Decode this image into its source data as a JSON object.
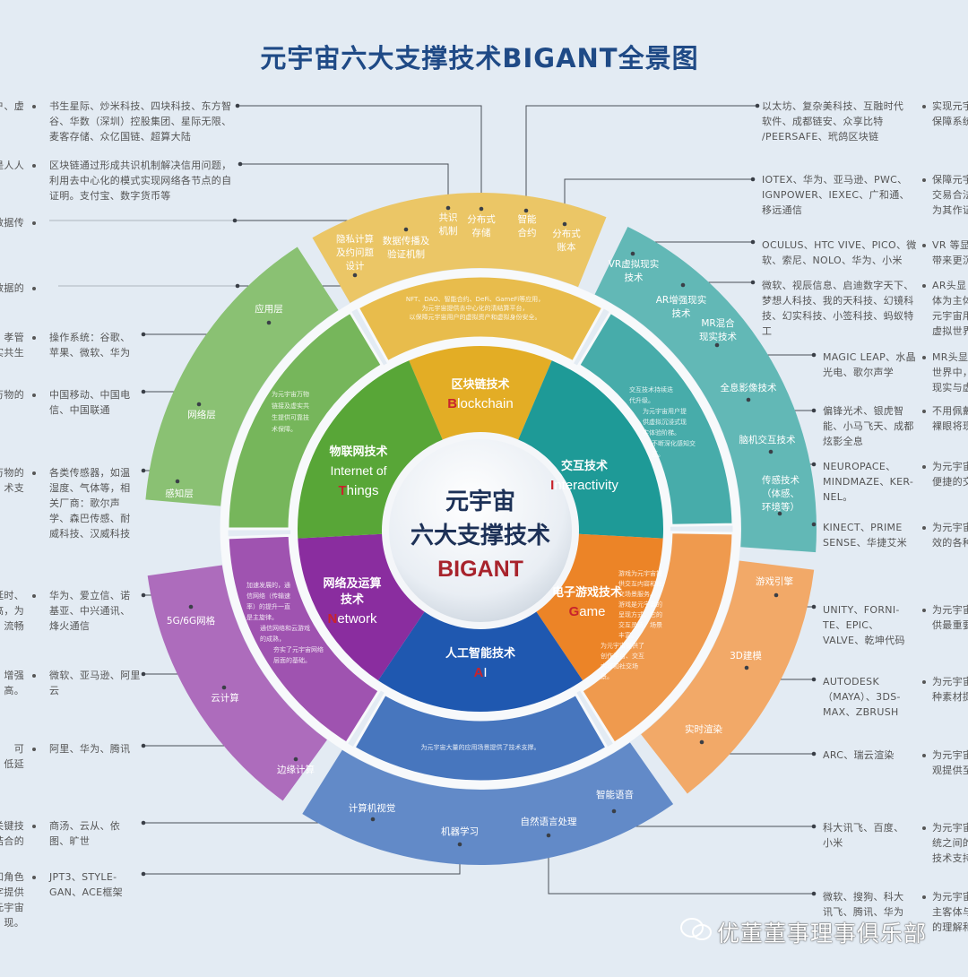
{
  "title": "元宇宙六大支撑技术BIGANT全景图",
  "center": {
    "line1": "元宇宙",
    "line2": "六大支撑技术",
    "line3": "BIGANT"
  },
  "techs": [
    {
      "key": "blockchain",
      "cn": "区块链技术",
      "cn2": "",
      "initial": "B",
      "rest": "lockchain",
      "color": "#e3ad25"
    },
    {
      "key": "interactivity",
      "cn": "交互技术",
      "cn2": "",
      "initial": "I",
      "rest": "nteractivity",
      "color": "#1e9a97"
    },
    {
      "key": "game",
      "cn": "电子游戏技术",
      "cn2": "",
      "initial": "G",
      "rest": "ame",
      "color": "#ec8427"
    },
    {
      "key": "ai",
      "cn": "人工智能技术",
      "cn2": "",
      "initial": "A",
      "rest": "I",
      "color": "#1f58b0"
    },
    {
      "key": "network",
      "cn": "网络及运算",
      "cn2": "技术",
      "initial": "N",
      "rest": "etwork",
      "color": "#8a2d9f"
    },
    {
      "key": "iot",
      "cn": "物联网技术",
      "cn2": "",
      "initial": "T",
      "rest": "hings",
      "pre": "Internet of",
      "color": "#58a637"
    }
  ],
  "accent_red": "#c8232c",
  "middle_notes": {
    "blockchain": [
      "NFT、DAO、智能合约、DeFi、GameFi等应用，",
      "为元宇宙提供去中心化的清结算平台，",
      "以保障元宇宙用户的虚拟资产和虚拟身份安全。"
    ],
    "iot": [
      "为元宇宙万物",
      "链接及虚实共",
      "生提供可靠技",
      "术保障。"
    ],
    "interactivity": [
      "交互技术持续迭",
      "代升级。",
      "为元宇宙用户提",
      "供虚拟沉浸式现",
      "实体验阶梯。",
      "不断深化感知交",
      "互。"
    ],
    "network": [
      "加速发展的，通",
      "信网络（传输速",
      "率）的提升一直",
      "是主旋律。",
      "通信网络和云游戏",
      "的成熟，",
      "夯实了元宇宙网络",
      "层面的基础。"
    ],
    "game": [
      "游戏为元宇宙提",
      "供交互内容和社",
      "交场景服务。",
      "游戏是元宇宙的",
      "呈现方式，它的",
      "交互灵活，场景",
      "丰富。",
      "为元宇宙提供了",
      "创作平台、交互",
      "内容和社交场",
      "景。"
    ],
    "ai": [
      "为元宇宙大量的应用场景提供了技术支撑。"
    ]
  },
  "outer_labels": {
    "blockchain": [
      [
        "隐私计算",
        "及约问题",
        "设计"
      ],
      [
        "数据传播及",
        "验证机制"
      ],
      [
        "共识",
        "机制"
      ],
      [
        "分布式",
        "存储"
      ],
      [
        "智能",
        "合约"
      ],
      [
        "分布式",
        "账本"
      ]
    ],
    "interactivity": [
      [
        "VR虚拟现实",
        "技术"
      ],
      [
        "AR增强现实",
        "技术"
      ],
      [
        "MR混合",
        "现实技术"
      ],
      [
        "全息影像技术"
      ],
      [
        "脑机交互技术"
      ],
      [
        "传感技术",
        "（体感、",
        "环境等）"
      ]
    ],
    "game": [
      [
        "游戏引擎"
      ],
      [
        "3D建模"
      ],
      [
        "实时渲染"
      ]
    ],
    "ai": [
      [
        "计算机视觉"
      ],
      [
        "机器学习"
      ],
      [
        "自然语言处理"
      ],
      [
        "智能语音"
      ]
    ],
    "network": [
      [
        "5G/6G网格"
      ],
      [
        "云计算"
      ],
      [
        "边缘计算"
      ]
    ],
    "iot": [
      [
        "应用层"
      ],
      [
        "网络层"
      ],
      [
        "感知层"
      ]
    ]
  },
  "left_rows": [
    {
      "fragment": "户、虚",
      "companies": "书生星际、炒米科技、四块科技、东方智\n谷、华数（深圳）控股集团、星际无限、\n麦客存储、众亿国链、超算大陆"
    },
    {
      "fragment": "是人人",
      "companies": "区块链通过形成共识机制解决信用问题，\n利用去中心化的模式实现网络各节点的自\n证明。支付宝、数字货币等"
    },
    {
      "fragment": "数据传",
      "companies": ""
    },
    {
      "fragment": "数据的",
      "companies": ""
    },
    {
      "fragment": "孝管\n实共生",
      "companies": "操作系统：谷歌、\n苹果、微软、华为"
    },
    {
      "fragment": "万物的",
      "companies": "中国移动、中国电\n信、中国联通"
    },
    {
      "fragment": "万物的\n术支",
      "companies": "各类传感器，如温\n湿度、气体等，相\n关厂商：歌尔声\n学、森巴传感、耐\n威科技、汉威科技"
    },
    {
      "fragment": "延时、\n高，为\n，流畅",
      "companies": "华为、爱立信、诺\n基亚、中兴通讯、\n烽火通信"
    },
    {
      "fragment": "增强\n高。",
      "companies": "微软、亚马逊、阿里\n云"
    },
    {
      "fragment": "可\n低延",
      "companies": "阿里、华为、腾讯"
    },
    {
      "fragment": "关键技\n结合的",
      "companies": "商汤、云从、依\n图、旷世"
    },
    {
      "fragment": "和角色\n字提供\n元宇宙\n现。",
      "companies": "JPT3、STYLE-\nGAN、ACE框架"
    }
  ],
  "right_rows": [
    {
      "companies": "以太坊、复杂美科技、互融时代\n软件、成都链安、众享比特\n/PEERSAFE、玳鸽区块链",
      "fragment": "实现元宇\n保障系统"
    },
    {
      "companies": "IOTEX、华为、亚马逊、PWC、\nIGNPOWER、IEXEC、广和通、\n移远通信",
      "fragment": "保障元宇\n交易合法\n为其作证"
    },
    {
      "companies": "OCULUS、HTC VIVE、PICO、微\n软、索尼、NOLO、华为、小米",
      "fragment": "VR 等显\n带来更沉"
    },
    {
      "companies": "微软、视辰信息、启迪数字天下、\n梦想人科技、我的天科技、幻镜科\n技、幻实科技、小签科技、蚂蚁特\n工",
      "fragment": "AR头显\n体为主体\n元宇宙用\n虚拟世界"
    },
    {
      "companies": "MAGIC LEAP、水晶\n光电、歌尔声学",
      "fragment": "MR头显\n世界中，\n现实与虚"
    },
    {
      "companies": "偏锋光术、银虎智\n能、小马飞天、成都\n炫影全息",
      "fragment": "不用佩戴\n裸眼将现"
    },
    {
      "companies": "NEUROPACE、\nMINDMAZE、KER-\nNEL。",
      "fragment": "为元宇宙\n便捷的交"
    },
    {
      "companies": "KINECT、PRIME\nSENSE、华捷艾米",
      "fragment": "为元宇宙\n效的各种"
    },
    {
      "companies": "UNITY、FORNI-\nTE、EPIC、\nVALVE、乾坤代码",
      "fragment": "为元宇宙\n供最重要"
    },
    {
      "companies": "AUTODESK\n（MAYA）、3DS-\nMAX、ZBRUSH",
      "fragment": "为元宇宙\n种素材提"
    },
    {
      "companies": "ARC、瑞云渲染",
      "fragment": "为元宇宙\n观提供至"
    },
    {
      "companies": "科大讯飞、百度、\n小米",
      "fragment": "为元宇宙\n统之间的\n技术支持"
    },
    {
      "companies": "微软、搜狗、科大\n讯飞、腾讯、华为",
      "fragment": "为元宇宙\n主客体与\n的理解和"
    }
  ],
  "watermark": "优董董事理事俱乐部"
}
